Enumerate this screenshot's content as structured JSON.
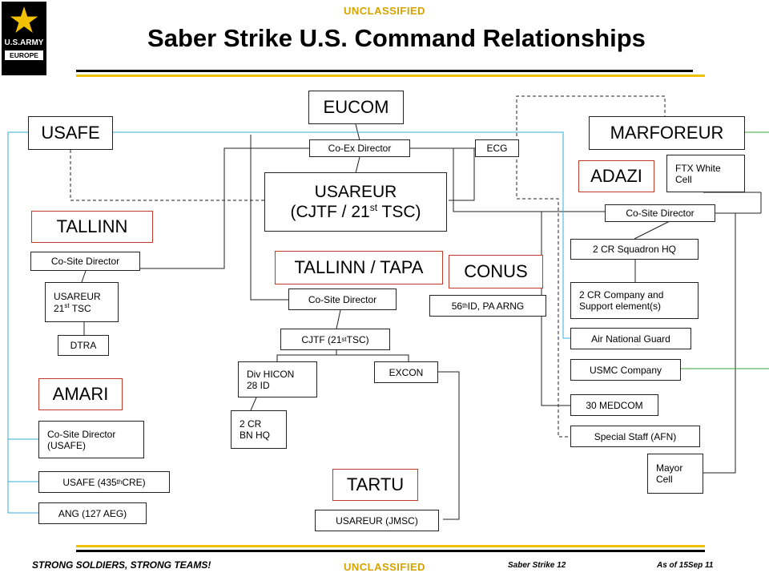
{
  "header": {
    "classification_top": "UNCLASSIFIED",
    "title": "Saber Strike U.S. Command Relationships",
    "logo_text_1": "U.S.ARMY",
    "logo_text_2": "EUROPE"
  },
  "footer": {
    "slogan": "STRONG SOLDIERS, STRONG TEAMS!",
    "classification_bottom": "UNCLASSIFIED",
    "exercise": "Saber Strike 12",
    "as_of_prefix": "As of ",
    "as_of_date": "15Sep 11"
  },
  "colors": {
    "banner_gold": "#d4a300",
    "rule_gold": "#f1c000",
    "location_border": "#c0392b",
    "line_blue": "#3aaed8",
    "line_green": "#3aa53a"
  },
  "boxes": {
    "eucom": "EUCOM",
    "usafe": "USAFE",
    "marforeur": "MARFOREUR",
    "co_ex_director": "Co-Ex Director",
    "ecg": "ECG",
    "usareur_1": "USAREUR",
    "usareur_2a": "(CJTF / 21",
    "usareur_2sup": "st",
    "usareur_2b": " TSC)",
    "ftx_white_cell_1": "FTX White",
    "ftx_white_cell_2": "Cell",
    "co_site_director_marfor": "Co-Site Director",
    "co_site_director_tallinn": "Co-Site Director",
    "usareur_21tsc_1": "USAREUR",
    "usareur_21tsc_2a": "21",
    "usareur_21tsc_2sup": "st",
    "usareur_21tsc_2b": " TSC",
    "dtra": "DTRA",
    "co_site_director_tapa": "Co-Site Director",
    "conus_unit_a": "56",
    "conus_unit_sup": "th",
    "conus_unit_b": " ID, PA ARNG",
    "cjtf_a": "CJTF (21",
    "cjtf_sup": "st",
    "cjtf_b": " TSC)",
    "div_hicon_1": "Div HICON",
    "div_hicon_2": "28 ID",
    "excon": "EXCON",
    "two_cr_bn_1": "2 CR",
    "two_cr_bn_2": "BN HQ",
    "two_cr_sqdn": "2 CR Squadron HQ",
    "two_cr_co_1": "2 CR Company and",
    "two_cr_co_2": "Support element(s)",
    "ang": "Air National Guard",
    "usmc": "USMC Company",
    "medcom": "30 MEDCOM",
    "special_staff": "Special Staff (AFN)",
    "mayor_1": "Mayor",
    "mayor_2": "Cell",
    "amari_csd_1": "Co-Site Director",
    "amari_csd_2": "(USAFE)",
    "usafe_435_a": "USAFE (435",
    "usafe_435_sup": "th",
    "usafe_435_b": " CRE)",
    "ang_127": "ANG (127 AEG)",
    "usareur_jmsc": "USAREUR (JMSC)"
  },
  "locations": {
    "tallinn": "TALLINN",
    "tallinn_tapa": "TALLINN / TAPA",
    "conus": "CONUS",
    "adazi": "ADAZI",
    "amari": "AMARI",
    "tartu": "TARTU"
  }
}
